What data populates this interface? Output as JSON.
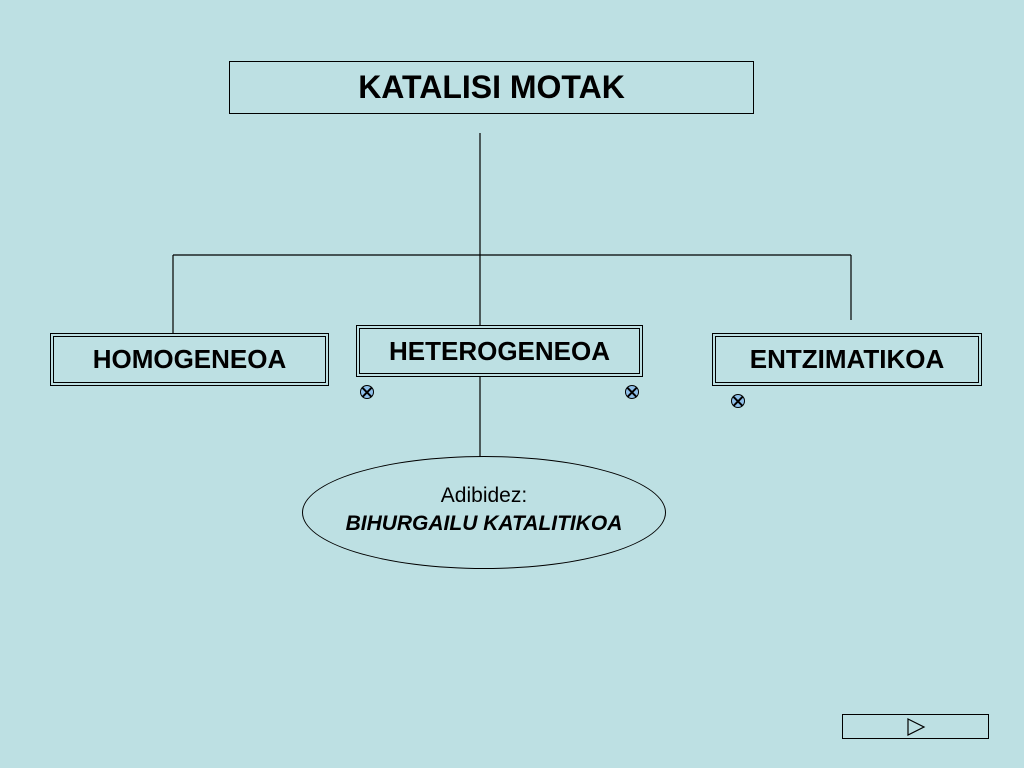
{
  "diagram": {
    "title": "KATALISI MOTAK",
    "types": [
      {
        "label": "HOMOGENEOA"
      },
      {
        "label": "HETEROGENEOA"
      },
      {
        "label": "ENTZIMATIKOA"
      }
    ],
    "example": {
      "intro": "Adibidez:",
      "name": "BIHURGAILU KATALITIKOA"
    }
  },
  "nav": {
    "next_icon": "play-triangle-icon"
  },
  "colors": {
    "background": "#bde0e3",
    "marker_fill": "#8fc0ea",
    "line": "#000000"
  }
}
